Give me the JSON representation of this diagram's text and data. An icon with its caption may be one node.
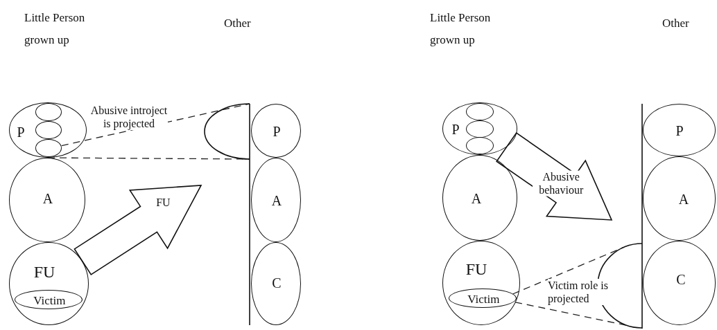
{
  "diagram": {
    "nodes": [
      {
        "text": [
          "P"
        ]
      },
      {
        "text": [],
        "shape": "circle",
        "in": 0
      },
      {
        "text": [],
        "shape": "circle",
        "in": 0
      },
      {
        "text": [],
        "shape": "circle",
        "in": 0
      },
      {
        "text": [
          "A"
        ]
      },
      {
        "text": [
          "FU"
        ]
      },
      {
        "text": [
          "Victim"
        ],
        "in": 5
      },
      {
        "text": [],
        "shape": "semicircle"
      },
      {
        "text": [
          "P"
        ]
      },
      {
        "text": [
          "A"
        ]
      },
      {
        "text": [
          "C"
        ]
      },
      {
        "text": [
          "P"
        ]
      },
      {
        "text": [],
        "shape": "circle",
        "in": 11
      },
      {
        "text": [],
        "shape": "circle",
        "in": 11
      },
      {
        "text": [],
        "shape": "circle",
        "in": 11
      },
      {
        "text": [
          "A"
        ]
      },
      {
        "text": [
          "FU"
        ]
      },
      {
        "text": [
          "Victim"
        ],
        "in": 16
      },
      {
        "text": [],
        "shape": "semicircle"
      },
      {
        "text": [
          "P"
        ]
      },
      {
        "text": [
          "A"
        ]
      },
      {
        "text": [
          "C"
        ]
      }
    ],
    "edges": [
      {
        "from": 3,
        "to": 7,
        "arrow": "none",
        "style": "dashed"
      },
      {
        "from": 0,
        "to": 7,
        "arrow": "none",
        "style": "dashed"
      },
      {
        "from": 5,
        "to": null,
        "arrow": "to",
        "label": "FU",
        "style": "thick"
      },
      {
        "from": 11,
        "to": null,
        "arrow": "to",
        "label": "Abusive behaviour",
        "style": "thick"
      },
      {
        "from": 17,
        "to": 18,
        "arrow": "none",
        "style": "dashed"
      },
      {
        "from": 17,
        "to": 18,
        "arrow": "none",
        "style": "dashed"
      }
    ],
    "labels": [
      "Little Person grown up",
      "Other",
      "Little Person grown up",
      "Other",
      "Abusive introject is projected",
      "Victim role is projected"
    ]
  }
}
